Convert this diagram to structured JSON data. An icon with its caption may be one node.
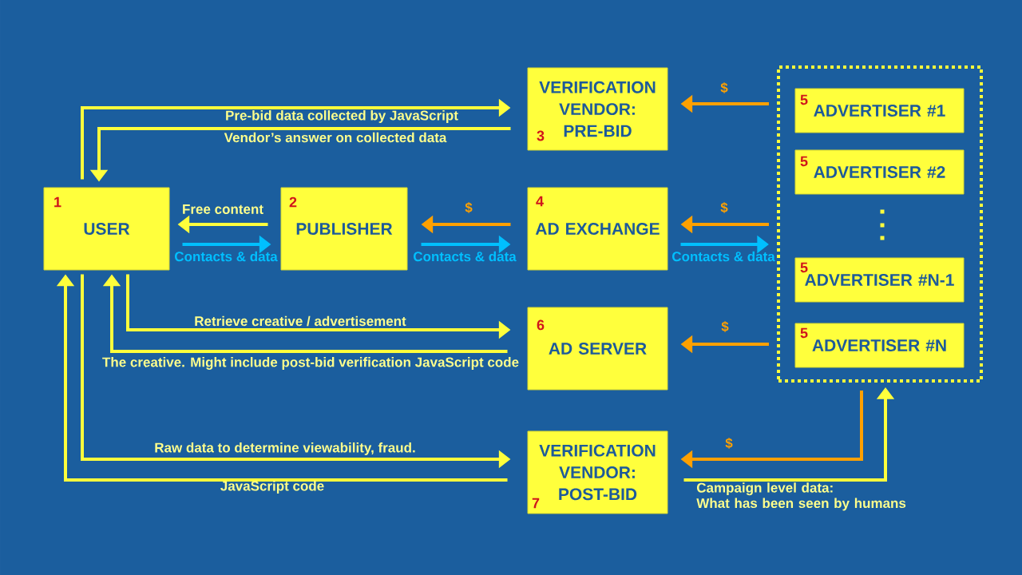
{
  "diagram": {
    "nodes": [
      {
        "text": [
          "1",
          "USER"
        ]
      },
      {
        "text": [
          "2",
          "PUBLISHER"
        ]
      },
      {
        "text": [
          "3",
          "VERIFICATION VENDOR: PRE-BID"
        ]
      },
      {
        "text": [
          "4",
          "AD EXCHANGE"
        ]
      },
      {
        "text": [],
        "shape": "box"
      },
      {
        "text": [
          "5",
          "ADVERTISER #1"
        ],
        "in": 4
      },
      {
        "text": [
          "5",
          "ADVERTISER #2"
        ],
        "in": 4
      },
      {
        "text": [
          "5",
          "ADVERTISER #N-1"
        ],
        "in": 4
      },
      {
        "text": [
          "5",
          "ADVERTISER #N"
        ],
        "in": 4
      },
      {
        "text": [
          "6",
          "AD SERVER"
        ]
      },
      {
        "text": [
          "7",
          "VERIFICATION VENDOR: POST-BID"
        ]
      }
    ],
    "edges": [
      {
        "from": 0,
        "to": 2,
        "arrow": "to",
        "label": "Pre-bid data collected by JavaScript"
      },
      {
        "from": 2,
        "to": 0,
        "arrow": "to",
        "label": "Vendor’s answer on collected data"
      },
      {
        "from": 1,
        "to": 0,
        "arrow": "to",
        "label": "Free content"
      },
      {
        "from": 0,
        "to": 1,
        "arrow": "to",
        "label": "Contacts & data",
        "color": "#00bfff"
      },
      {
        "from": 3,
        "to": 1,
        "arrow": "to",
        "label": "$",
        "color": "#ffa000"
      },
      {
        "from": 1,
        "to": 3,
        "arrow": "to",
        "label": "Contacts & data",
        "color": "#00bfff"
      },
      {
        "from": 4,
        "to": 2,
        "arrow": "to",
        "label": "$",
        "color": "#ffa000"
      },
      {
        "from": 4,
        "to": 3,
        "arrow": "to",
        "label": "$",
        "color": "#ffa000"
      },
      {
        "from": 3,
        "to": 4,
        "arrow": "to",
        "label": "Contacts & data",
        "color": "#00bfff"
      },
      {
        "from": 4,
        "to": 9,
        "arrow": "to",
        "label": "$",
        "color": "#ffa000"
      },
      {
        "from": 0,
        "to": 9,
        "arrow": "to",
        "label": "Retrieve creative / advertisement"
      },
      {
        "from": 9,
        "to": 0,
        "arrow": "to",
        "label": "The creative. Might include post-bid verification JavaScript code"
      },
      {
        "from": 0,
        "to": 10,
        "arrow": "to",
        "label": "Raw data to determine viewability, fraud."
      },
      {
        "from": 10,
        "to": 0,
        "arrow": "to",
        "label": "JavaScript code"
      },
      {
        "from": 4,
        "to": 10,
        "arrow": "to",
        "label": "$",
        "color": "#ffa000"
      },
      {
        "from": 10,
        "to": 4,
        "arrow": "to",
        "label": "Campaign level data: What has been seen by humans"
      }
    ]
  }
}
